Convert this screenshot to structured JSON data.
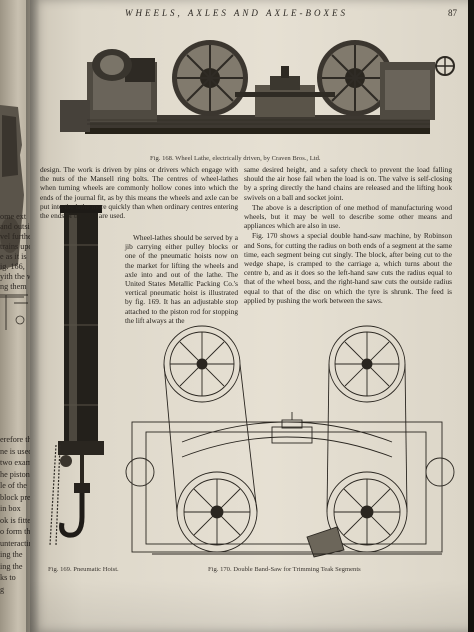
{
  "facing_page": {
    "fragments": [
      "ome ext",
      "and outsi",
      "vel further",
      "trains upo",
      "e as it is",
      "ig. 166,",
      "yith the w",
      "ng them"
    ],
    "lower_fragments": [
      "erefore the",
      "ne is used",
      "two exam",
      "he piston",
      "le of the",
      "block pre",
      "in box",
      "ok is fitted",
      "o form the",
      "unteracting",
      "ing the",
      "ing the",
      "ks to",
      "g"
    ]
  },
  "header": {
    "running_head": "WHEELS, AXLES AND AXLE-BOXES",
    "page_number": "87"
  },
  "figures": {
    "fig168": "Fig. 168. Wheel Lathe, electrically driven, by Craven Bros., Ltd.",
    "fig169": "Fig. 169. Pneumatic Hoist.",
    "fig170": "Fig. 170. Double Band-Saw for Trimming Teak Segments"
  },
  "columns": {
    "middle": [
      "design. The work is driven by pins or drivers which engage with the nuts of the Mansell ring bolts. The centres of wheel-lathes when turning wheels are commonly hollow cones into which the ends of the journal fit, as by this means the wheels and axle can be put into the lathe more quickly than when ordinary centres entering the ends of the axle are used.",
      "Wheel-lathes should be served by a jib carrying either pulley blocks or one of the pneumatic hoists now on the market for lifting the wheels and axle into and out of the lathe. The United States Metallic Packing Co.'s vertical pneumatic hoist is illustrated by fig. 169. It has an adjustable stop attached to the piston rod for stopping the lift always at the"
    ],
    "right": [
      "same desired height, and a safety check to prevent the load falling should the air hose fail when the load is on. The valve is self-closing by a spring directly the hand chains are released and the lifting hook swivels on a ball and socket joint.",
      "The above is a description of one method of manufacturing wood wheels, but it may be well to describe some other means and appliances which are also in use.",
      "Fig. 170 shows a special double hand-saw machine, by Robinson and Sons, for cutting the radius on both ends of a segment at the same time, each segment being cut singly. The block, after being cut to the wedge shape, is cramped to the carriage a, which turns about the centre b, and as it does so the left-hand saw cuts the radius equal to that of the wheel boss, and the right-hand saw cuts the outside radius equal to that of the disc on which the tyre is shrunk. The feed is applied by pushing the work between the saws."
    ]
  }
}
